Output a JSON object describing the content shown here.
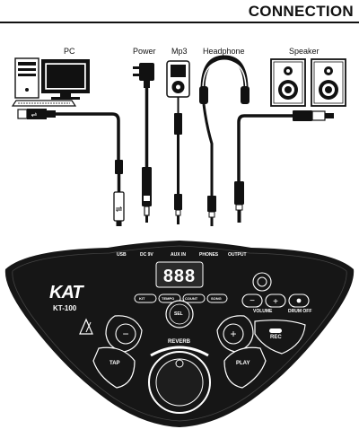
{
  "title": "CONNECTION",
  "devices": {
    "pc": "PC",
    "power": "Power",
    "mp3": "Mp3",
    "headphone": "Headphone",
    "speaker": "Speaker"
  },
  "ports": {
    "usb": "USB",
    "dc9v": "DC 9V",
    "aux_in": "AUX IN",
    "phones": "PHONES",
    "output": "OUTPUT"
  },
  "module": {
    "brand": "KAT",
    "model": "KT-100",
    "display": "888",
    "kit": "KIT",
    "tempo": "TEMPO",
    "count": "COUNT",
    "song": "SONG",
    "sel": "SEL",
    "volume": "VOLUME",
    "drum_off": "DRUM OFF",
    "rec": "REC",
    "tap": "TAP",
    "play": "PLAY",
    "reverb": "REVERB",
    "minus": "−",
    "plus": "+"
  },
  "colors": {
    "panel": "#1a1a1a",
    "ink": "#111111",
    "white": "#ffffff"
  }
}
